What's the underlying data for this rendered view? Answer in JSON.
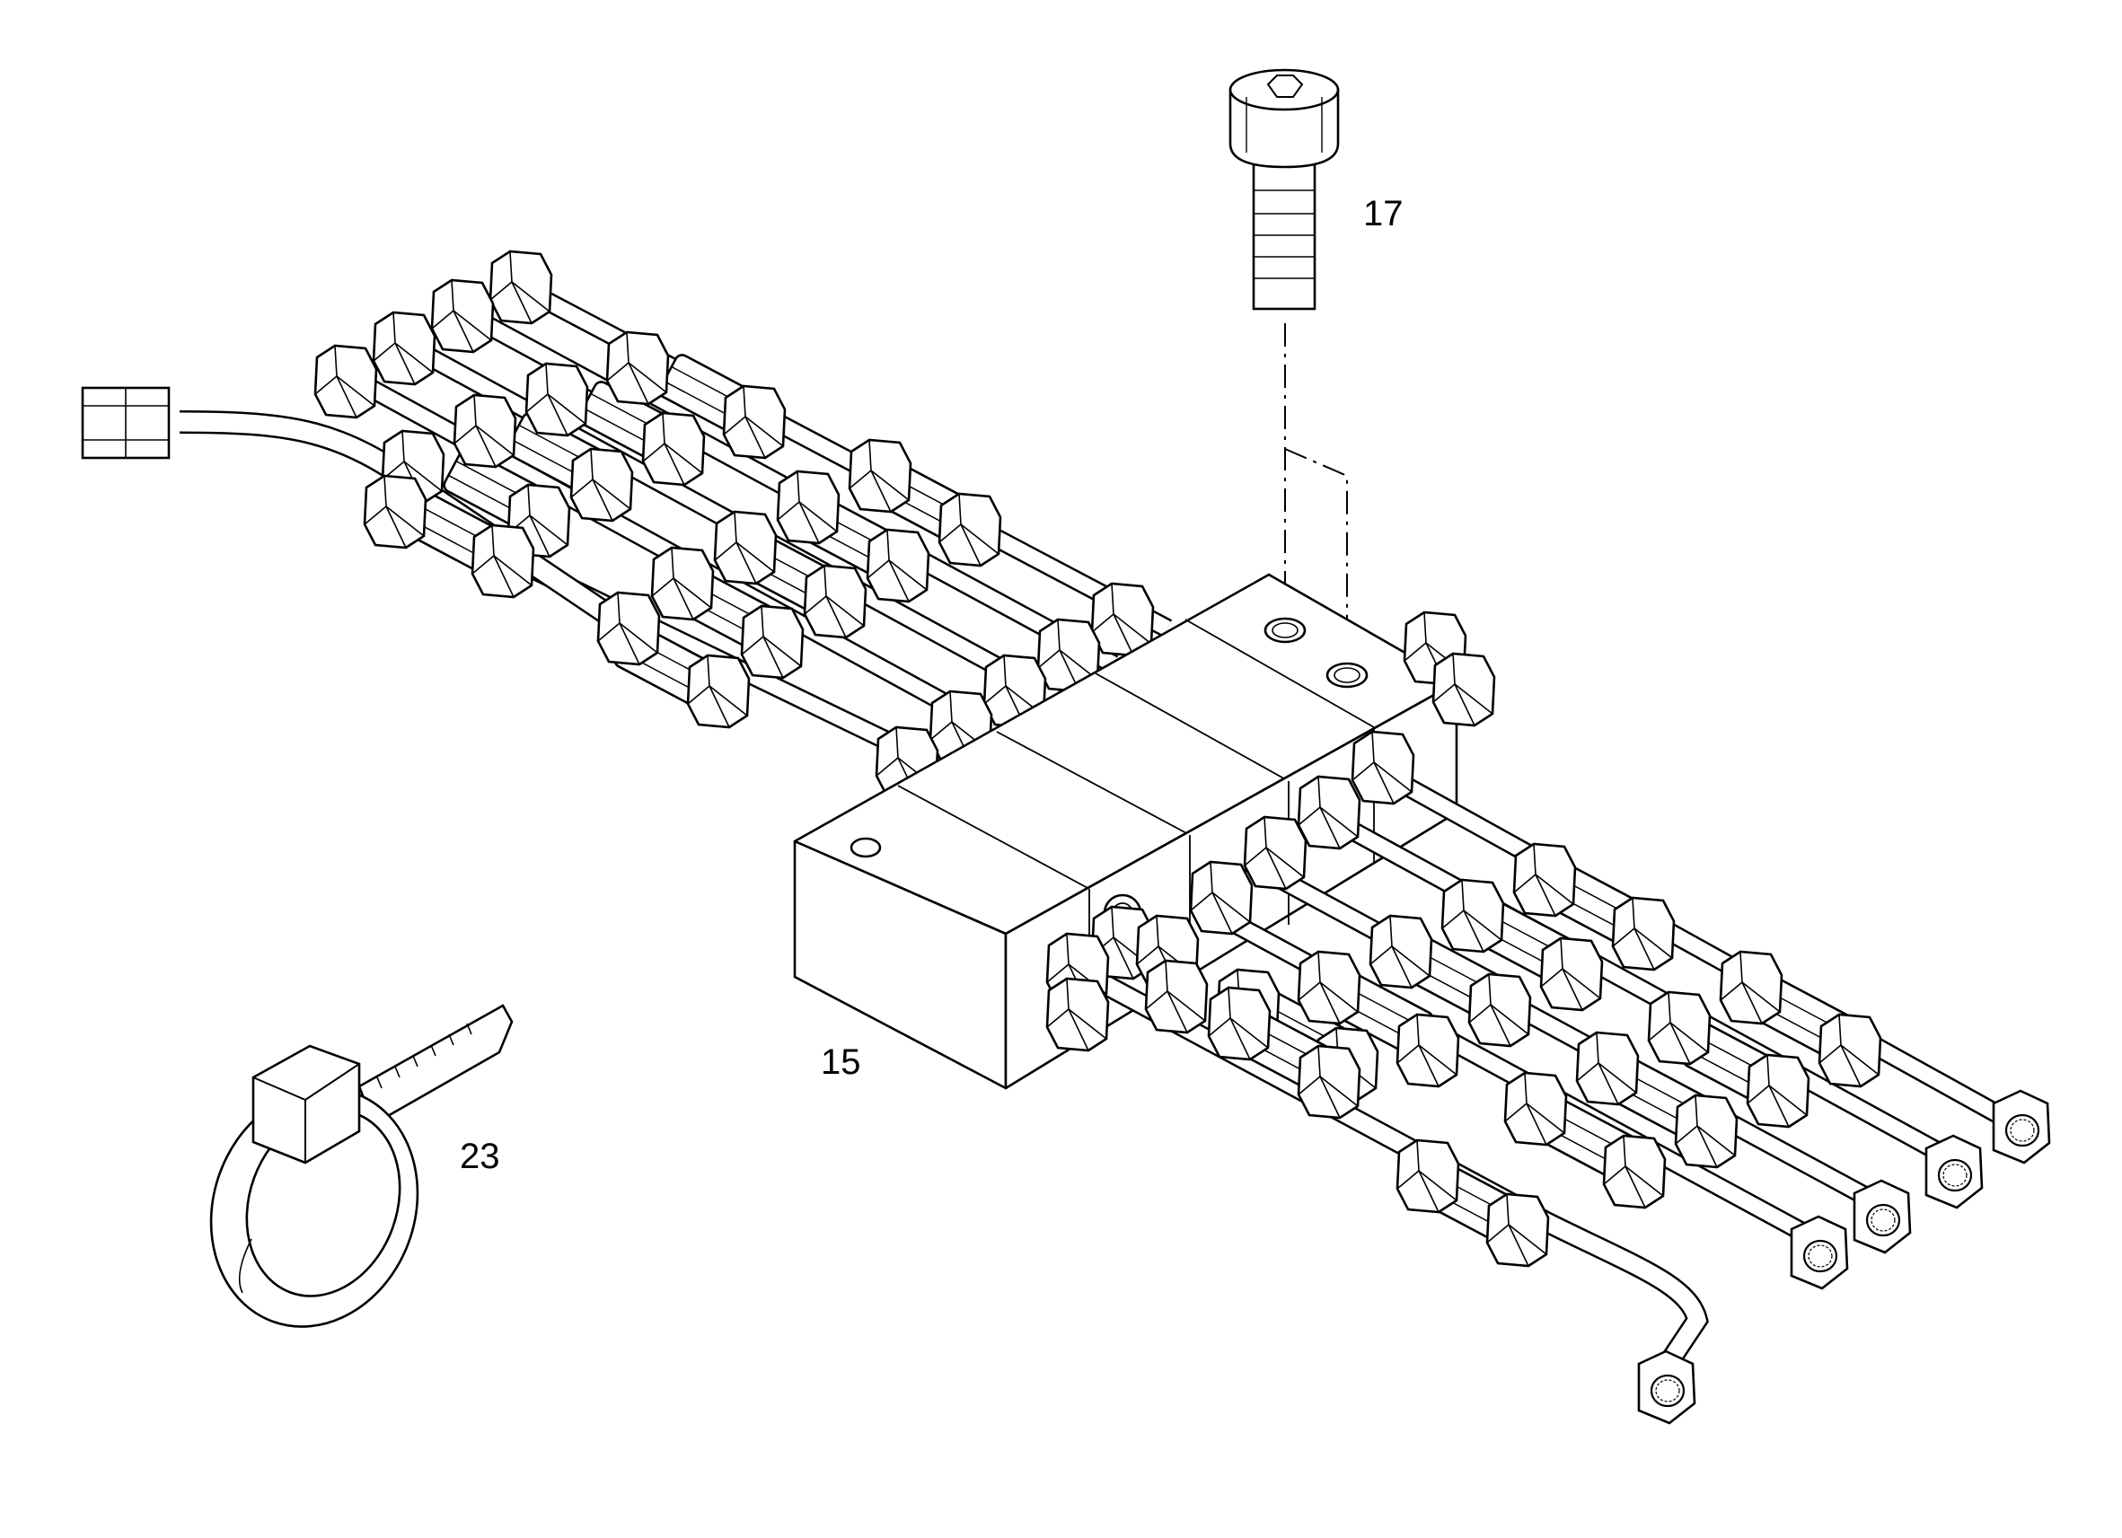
{
  "diagram": {
    "callouts": {
      "bolt": "17",
      "distributor_block": "15",
      "cable_tie": "23"
    }
  }
}
